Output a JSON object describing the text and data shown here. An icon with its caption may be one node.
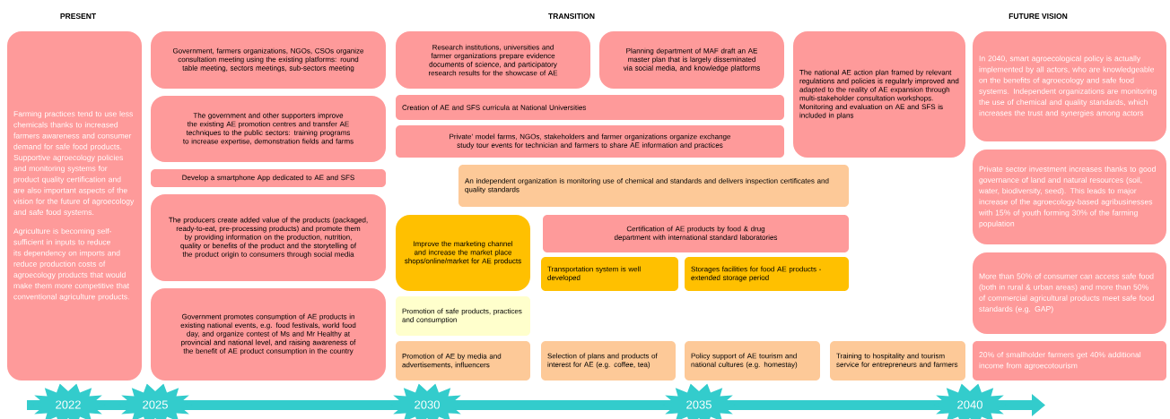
{
  "diagram": {
    "nodes": [
      {
        "text": [
          "Farming practices tend to use less chemicals thanks to increased farmers awareness and consumer demand for safe food products. Supportive agroecology policies and monitoring systems for product quality certification and are also important aspects of the vision for the future of agroecology and safe food systems.",
          "Agriculture is becoming self-sufficient in inputs to reduce its dependency on imports and reduce production costs of agroecology products that would make them more competitive that conventional agriculture products."
        ]
      },
      {
        "text": [
          "Government, farmers organizations, NGOs, CSOs organize consultation meeting using the existing platforms: round table meeting, sectors meetings, sub-sectors meeting"
        ]
      },
      {
        "text": [
          "The government and other supporters improve the existing AE promotion centres and transfer AE techniques to the public sectors: training programs to increase expertise, demonstration fields and farms"
        ]
      },
      {
        "text": [
          "Develop a smartphone App dedicated to AE and SFS"
        ]
      },
      {
        "text": [
          "The producers create added value of the products (packaged, ready-to-eat, pre-processing products) and promote them by providing information on the production, nutrition, quality or benefits of the product and the storytelling of the product origin to consumers through social media"
        ]
      },
      {
        "text": [
          "Government promotes consumption of AE products in existing national events, e.g. food festivals, world food day, and organize contest of Ms and Mr Healthy at provincial and national level, and raising awareness of the benefit of AE product consumption in the country"
        ]
      },
      {
        "text": [
          "Research institutions, universities and farmer organizations prepare evidence documents of science, and participatory research results for the showcase of AE"
        ]
      },
      {
        "text": [
          "Planning department of MAF draft an AE master plan that is largely disseminated via social media, and knowledge platforms"
        ]
      },
      {
        "text": [
          "Creation of AE and SFS curricula at National Universities"
        ]
      },
      {
        "text": [
          "Private’ model farms, NGOs, stakeholders and farmer organizations organize exchange study tour events for technician and farmers to share AE information and practices"
        ]
      },
      {
        "text": [
          "The national AE action plan framed by relevant regulations and policies is regularly improved and adapted to the reality of AE expansion through multi-stakeholder consultation workshops. Monitoring and evaluation on AE and SFS is included in plans"
        ]
      },
      {
        "text": [
          "An independent organization is monitoring use of chemical and standards and delivers inspection certificates and quality standards"
        ]
      },
      {
        "text": [
          "Improve the marketing channel and increase the market place shops/online/market for AE products"
        ]
      },
      {
        "text": [
          "Certification of AE products by food & drug department with international standard laboratories"
        ]
      },
      {
        "text": [
          "Transportation system is well developed"
        ]
      },
      {
        "text": [
          "Storages facilities for food AE products -extended storage period"
        ]
      },
      {
        "text": [
          "Promotion of safe products, practices and consumption"
        ]
      },
      {
        "text": [
          "Promotion of AE by media and advertisements, influencers"
        ]
      },
      {
        "text": [
          "Selection of plans and products of interest for AE (e.g. coffee, tea)"
        ]
      },
      {
        "text": [
          "Policy support of AE tourism and national cultures (e.g. homestay)"
        ]
      },
      {
        "text": [
          "Training to hospitality and tourism service for entrepreneurs and farmers"
        ]
      },
      {
        "text": [
          "In 2040, smart agroecological policy is actually implemented by all actors, who are knowledgeable on the benefits of agroecology and safe food systems. Independent organizations are monitoring the use of chemical and quality standards, which increases the trust and synergies among actors"
        ]
      },
      {
        "text": [
          "Private sector investment increases thanks to good governance of land and natural resources (soil, water, biodiversity, seed). This leads to major increase of the agroecology-based agribusinesses with 15% of youth forming 30% of the farming population"
        ]
      },
      {
        "text": [
          "More than 50% of consumer can access safe food (both in rural & urban areas) and more than 50% of commercial agricultural products meet safe food standards (e.g. GAP)"
        ]
      },
      {
        "text": [
          "20% of smallholder farmers get 40% additional income from agroecotourism"
        ]
      },
      {
        "text": [
          "2022"
        ]
      },
      {
        "text": [
          "2025"
        ]
      },
      {
        "text": [
          "2030"
        ]
      },
      {
        "text": [
          "2035"
        ]
      },
      {
        "text": [
          "2040"
        ]
      }
    ],
    "labels": [
      "PRESENT",
      "TRANSITION",
      "FUTURE VISION"
    ]
  }
}
